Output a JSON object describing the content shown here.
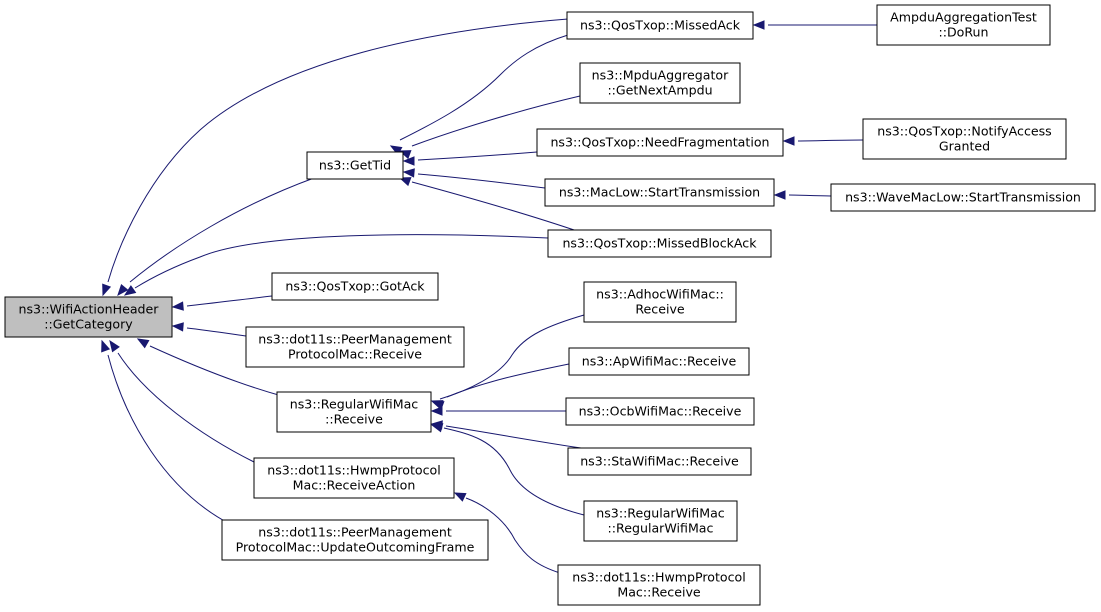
{
  "diagram": {
    "root": "get_category",
    "nodes": [
      {
        "id": "get_category",
        "lines": [
          "ns3::WifiActionHeader",
          "::GetCategory"
        ],
        "focus": true
      },
      {
        "id": "get_tid",
        "lines": [
          "ns3::GetTid"
        ]
      },
      {
        "id": "missed_ack",
        "lines": [
          "ns3::QosTxop::MissedAck"
        ]
      },
      {
        "id": "mpdu_get_next",
        "lines": [
          "ns3::MpduAggregator",
          "::GetNextAmpdu"
        ]
      },
      {
        "id": "need_frag",
        "lines": [
          "ns3::QosTxop::NeedFragmentation"
        ]
      },
      {
        "id": "start_tx",
        "lines": [
          "ns3::MacLow::StartTransmission"
        ]
      },
      {
        "id": "missed_block_ack",
        "lines": [
          "ns3::QosTxop::MissedBlockAck"
        ]
      },
      {
        "id": "ampdu_test",
        "lines": [
          "AmpduAggregationTest",
          "::DoRun"
        ]
      },
      {
        "id": "notify_access",
        "lines": [
          "ns3::QosTxop::NotifyAccess",
          "Granted"
        ]
      },
      {
        "id": "wave_start_tx",
        "lines": [
          "ns3::WaveMacLow::StartTransmission"
        ]
      },
      {
        "id": "got_ack",
        "lines": [
          "ns3::QosTxop::GotAck"
        ]
      },
      {
        "id": "pm_receive",
        "lines": [
          "ns3::dot11s::PeerManagement",
          "ProtocolMac::Receive"
        ]
      },
      {
        "id": "regular_receive",
        "lines": [
          "ns3::RegularWifiMac",
          "::Receive"
        ]
      },
      {
        "id": "hwmp_receive_action",
        "lines": [
          "ns3::dot11s::HwmpProtocol",
          "Mac::ReceiveAction"
        ]
      },
      {
        "id": "pm_update",
        "lines": [
          "ns3::dot11s::PeerManagement",
          "ProtocolMac::UpdateOutcomingFrame"
        ]
      },
      {
        "id": "adhoc_receive",
        "lines": [
          "ns3::AdhocWifiMac::",
          "Receive"
        ]
      },
      {
        "id": "ap_receive",
        "lines": [
          "ns3::ApWifiMac::Receive"
        ]
      },
      {
        "id": "ocb_receive",
        "lines": [
          "ns3::OcbWifiMac::Receive"
        ]
      },
      {
        "id": "sta_receive",
        "lines": [
          "ns3::StaWifiMac::Receive"
        ]
      },
      {
        "id": "regular_ctor",
        "lines": [
          "ns3::RegularWifiMac",
          "::RegularWifiMac"
        ]
      },
      {
        "id": "hwmp_receive",
        "lines": [
          "ns3::dot11s::HwmpProtocol",
          "Mac::Receive"
        ]
      }
    ],
    "edges": [
      {
        "from": "missed_ack",
        "to": "get_category"
      },
      {
        "from": "get_tid",
        "to": "get_category"
      },
      {
        "from": "missed_block_ack",
        "to": "get_category"
      },
      {
        "from": "got_ack",
        "to": "get_category"
      },
      {
        "from": "pm_receive",
        "to": "get_category"
      },
      {
        "from": "regular_receive",
        "to": "get_category"
      },
      {
        "from": "hwmp_receive_action",
        "to": "get_category"
      },
      {
        "from": "pm_update",
        "to": "get_category"
      },
      {
        "from": "missed_ack",
        "to": "get_tid"
      },
      {
        "from": "mpdu_get_next",
        "to": "get_tid"
      },
      {
        "from": "need_frag",
        "to": "get_tid"
      },
      {
        "from": "start_tx",
        "to": "get_tid"
      },
      {
        "from": "missed_block_ack",
        "to": "get_tid"
      },
      {
        "from": "ampdu_test",
        "to": "missed_ack"
      },
      {
        "from": "notify_access",
        "to": "need_frag"
      },
      {
        "from": "wave_start_tx",
        "to": "start_tx"
      },
      {
        "from": "adhoc_receive",
        "to": "regular_receive"
      },
      {
        "from": "ap_receive",
        "to": "regular_receive"
      },
      {
        "from": "ocb_receive",
        "to": "regular_receive"
      },
      {
        "from": "sta_receive",
        "to": "regular_receive"
      },
      {
        "from": "regular_ctor",
        "to": "regular_receive"
      },
      {
        "from": "hwmp_receive",
        "to": "hwmp_receive_action"
      }
    ]
  }
}
